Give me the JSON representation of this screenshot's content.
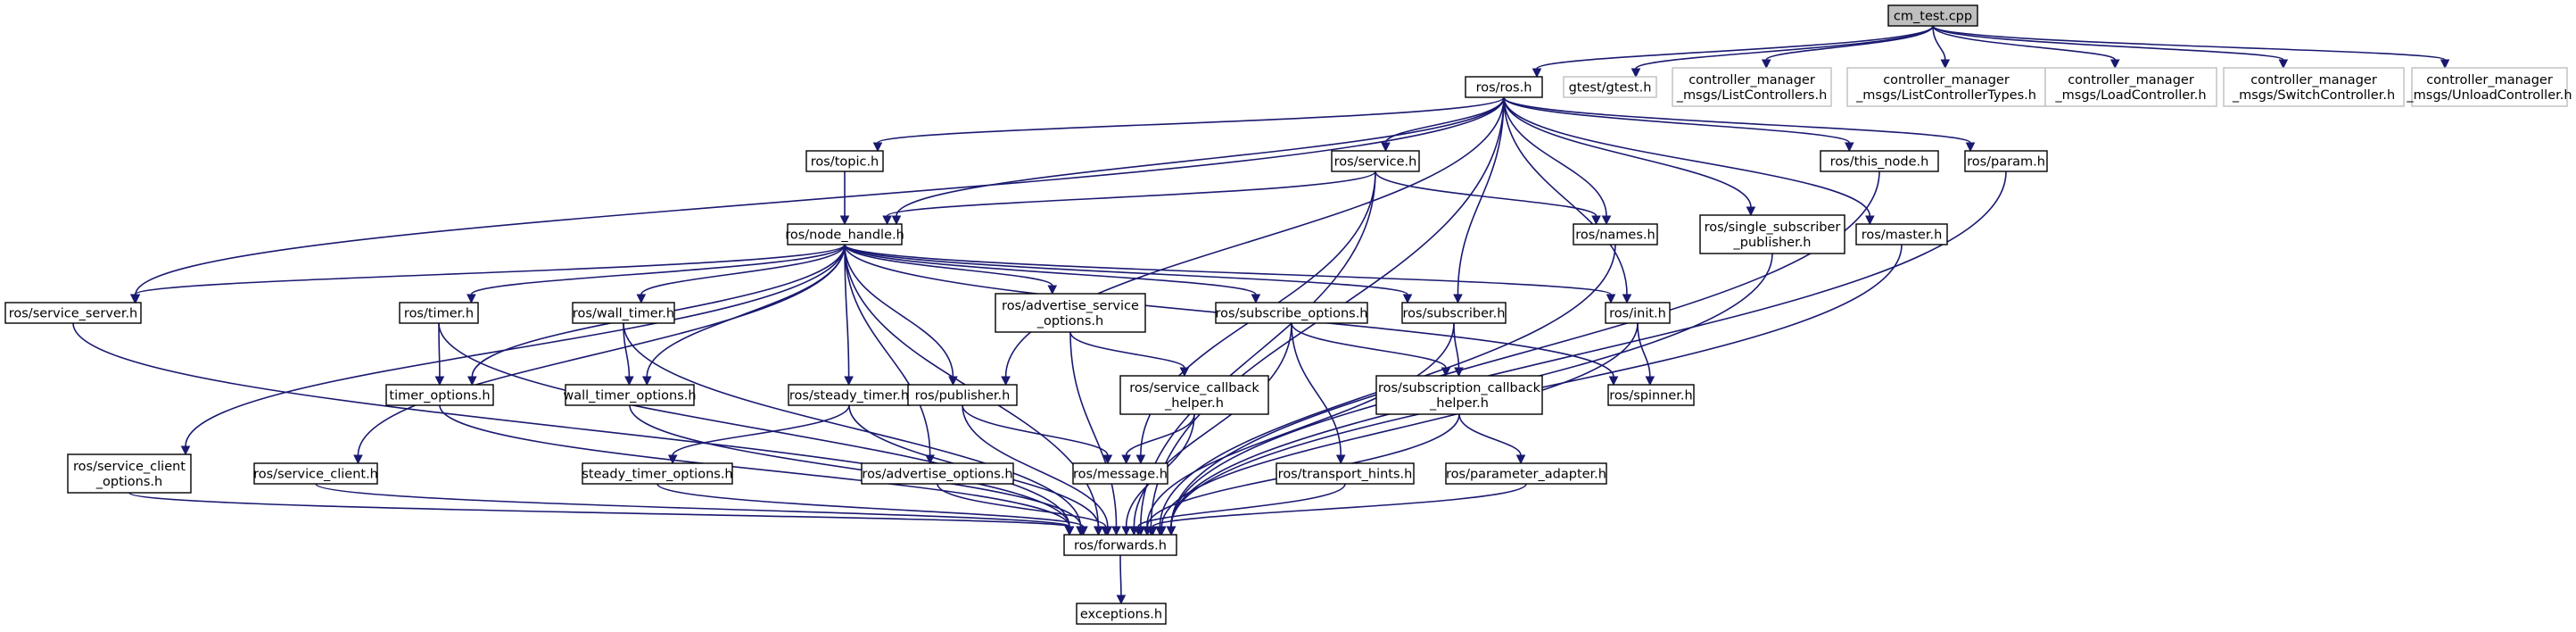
{
  "title": "cm_test.cpp include dependency graph",
  "colors": {
    "edge": "#191970",
    "root_fill": "#bfbfbf",
    "node_border": "#000000",
    "external_border": "#bfbfbf"
  },
  "nodes": [
    {
      "id": "root",
      "lines": [
        "cm_test.cpp"
      ],
      "style": "root"
    },
    {
      "id": "ros_ros",
      "lines": [
        "ros/ros.h"
      ]
    },
    {
      "id": "gtest",
      "lines": [
        "gtest/gtest.h"
      ],
      "style": "external"
    },
    {
      "id": "cm_list",
      "lines": [
        "controller_manager",
        "_msgs/ListControllers.h"
      ],
      "style": "external"
    },
    {
      "id": "cm_listtypes",
      "lines": [
        "controller_manager",
        "_msgs/ListControllerTypes.h"
      ],
      "style": "external"
    },
    {
      "id": "cm_load",
      "lines": [
        "controller_manager",
        "_msgs/LoadController.h"
      ],
      "style": "external"
    },
    {
      "id": "cm_switch",
      "lines": [
        "controller_manager",
        "_msgs/SwitchController.h"
      ],
      "style": "external"
    },
    {
      "id": "cm_unload",
      "lines": [
        "controller_manager",
        "_msgs/UnloadController.h"
      ],
      "style": "external"
    },
    {
      "id": "topic",
      "lines": [
        "ros/topic.h"
      ]
    },
    {
      "id": "service",
      "lines": [
        "ros/service.h"
      ]
    },
    {
      "id": "this_node",
      "lines": [
        "ros/this_node.h"
      ]
    },
    {
      "id": "param",
      "lines": [
        "ros/param.h"
      ]
    },
    {
      "id": "node_handle",
      "lines": [
        "ros/node_handle.h"
      ]
    },
    {
      "id": "names",
      "lines": [
        "ros/names.h"
      ]
    },
    {
      "id": "single_sub_pub",
      "lines": [
        "ros/single_subscriber",
        "_publisher.h"
      ]
    },
    {
      "id": "master",
      "lines": [
        "ros/master.h"
      ]
    },
    {
      "id": "service_server",
      "lines": [
        "ros/service_server.h"
      ]
    },
    {
      "id": "timer",
      "lines": [
        "ros/timer.h"
      ]
    },
    {
      "id": "wall_timer",
      "lines": [
        "ros/wall_timer.h"
      ]
    },
    {
      "id": "adv_srv_opts",
      "lines": [
        "ros/advertise_service",
        "_options.h"
      ]
    },
    {
      "id": "sub_opts",
      "lines": [
        "ros/subscribe_options.h"
      ]
    },
    {
      "id": "subscriber",
      "lines": [
        "ros/subscriber.h"
      ]
    },
    {
      "id": "init",
      "lines": [
        "ros/init.h"
      ]
    },
    {
      "id": "timer_opts",
      "lines": [
        "timer_options.h"
      ]
    },
    {
      "id": "wall_timer_opts",
      "lines": [
        "wall_timer_options.h"
      ]
    },
    {
      "id": "steady_timer",
      "lines": [
        "ros/steady_timer.h"
      ]
    },
    {
      "id": "publisher",
      "lines": [
        "ros/publisher.h"
      ]
    },
    {
      "id": "srv_cb_helper",
      "lines": [
        "ros/service_callback",
        "_helper.h"
      ]
    },
    {
      "id": "subscr_cb_helper",
      "lines": [
        "ros/subscription_callback",
        "_helper.h"
      ]
    },
    {
      "id": "spinner",
      "lines": [
        "ros/spinner.h"
      ]
    },
    {
      "id": "srv_client_opts",
      "lines": [
        "ros/service_client",
        "_options.h"
      ]
    },
    {
      "id": "srv_client",
      "lines": [
        "ros/service_client.h"
      ]
    },
    {
      "id": "steady_timer_opts",
      "lines": [
        "steady_timer_options.h"
      ]
    },
    {
      "id": "adv_opts",
      "lines": [
        "ros/advertise_options.h"
      ]
    },
    {
      "id": "message",
      "lines": [
        "ros/message.h"
      ]
    },
    {
      "id": "transport_hints",
      "lines": [
        "ros/transport_hints.h"
      ]
    },
    {
      "id": "param_adapter",
      "lines": [
        "ros/parameter_adapter.h"
      ]
    },
    {
      "id": "forwards",
      "lines": [
        "ros/forwards.h"
      ]
    },
    {
      "id": "exceptions",
      "lines": [
        "exceptions.h"
      ]
    }
  ],
  "edges": [
    [
      "root",
      "ros_ros"
    ],
    [
      "root",
      "gtest"
    ],
    [
      "root",
      "cm_list"
    ],
    [
      "root",
      "cm_listtypes"
    ],
    [
      "root",
      "cm_load"
    ],
    [
      "root",
      "cm_switch"
    ],
    [
      "root",
      "cm_unload"
    ],
    [
      "ros_ros",
      "topic"
    ],
    [
      "ros_ros",
      "node_handle"
    ],
    [
      "ros_ros",
      "service_server"
    ],
    [
      "ros_ros",
      "service"
    ],
    [
      "ros_ros",
      "names"
    ],
    [
      "ros_ros",
      "single_sub_pub"
    ],
    [
      "ros_ros",
      "master"
    ],
    [
      "ros_ros",
      "this_node"
    ],
    [
      "ros_ros",
      "param"
    ],
    [
      "ros_ros",
      "publisher"
    ],
    [
      "ros_ros",
      "subscriber"
    ],
    [
      "ros_ros",
      "init"
    ],
    [
      "ros_ros",
      "forwards"
    ],
    [
      "topic",
      "node_handle"
    ],
    [
      "service",
      "node_handle"
    ],
    [
      "service",
      "names"
    ],
    [
      "service",
      "message"
    ],
    [
      "service",
      "forwards"
    ],
    [
      "this_node",
      "forwards"
    ],
    [
      "param",
      "forwards"
    ],
    [
      "names",
      "forwards"
    ],
    [
      "single_sub_pub",
      "forwards"
    ],
    [
      "master",
      "forwards"
    ],
    [
      "node_handle",
      "service_server"
    ],
    [
      "node_handle",
      "srv_client_opts"
    ],
    [
      "node_handle",
      "forwards"
    ],
    [
      "node_handle",
      "srv_client"
    ],
    [
      "node_handle",
      "timer_opts"
    ],
    [
      "node_handle",
      "timer"
    ],
    [
      "node_handle",
      "wall_timer"
    ],
    [
      "node_handle",
      "wall_timer_opts"
    ],
    [
      "node_handle",
      "steady_timer"
    ],
    [
      "node_handle",
      "adv_opts"
    ],
    [
      "node_handle",
      "publisher"
    ],
    [
      "node_handle",
      "adv_srv_opts"
    ],
    [
      "node_handle",
      "sub_opts"
    ],
    [
      "node_handle",
      "subscriber"
    ],
    [
      "node_handle",
      "init"
    ],
    [
      "node_handle",
      "spinner"
    ],
    [
      "service_server",
      "forwards"
    ],
    [
      "timer",
      "timer_opts"
    ],
    [
      "timer",
      "forwards"
    ],
    [
      "wall_timer",
      "wall_timer_opts"
    ],
    [
      "wall_timer",
      "forwards"
    ],
    [
      "adv_srv_opts",
      "srv_cb_helper"
    ],
    [
      "adv_srv_opts",
      "forwards"
    ],
    [
      "sub_opts",
      "subscr_cb_helper"
    ],
    [
      "sub_opts",
      "transport_hints"
    ],
    [
      "sub_opts",
      "forwards"
    ],
    [
      "subscriber",
      "subscr_cb_helper"
    ],
    [
      "subscriber",
      "forwards"
    ],
    [
      "init",
      "spinner"
    ],
    [
      "init",
      "forwards"
    ],
    [
      "timer_opts",
      "forwards"
    ],
    [
      "wall_timer_opts",
      "forwards"
    ],
    [
      "steady_timer",
      "steady_timer_opts"
    ],
    [
      "steady_timer",
      "forwards"
    ],
    [
      "publisher",
      "message"
    ],
    [
      "publisher",
      "forwards"
    ],
    [
      "srv_cb_helper",
      "message"
    ],
    [
      "srv_cb_helper",
      "forwards"
    ],
    [
      "subscr_cb_helper",
      "param_adapter"
    ],
    [
      "subscr_cb_helper",
      "forwards"
    ],
    [
      "srv_client_opts",
      "forwards"
    ],
    [
      "srv_client",
      "forwards"
    ],
    [
      "steady_timer_opts",
      "forwards"
    ],
    [
      "adv_opts",
      "forwards"
    ],
    [
      "transport_hints",
      "forwards"
    ],
    [
      "param_adapter",
      "forwards"
    ],
    [
      "forwards",
      "exceptions"
    ]
  ]
}
